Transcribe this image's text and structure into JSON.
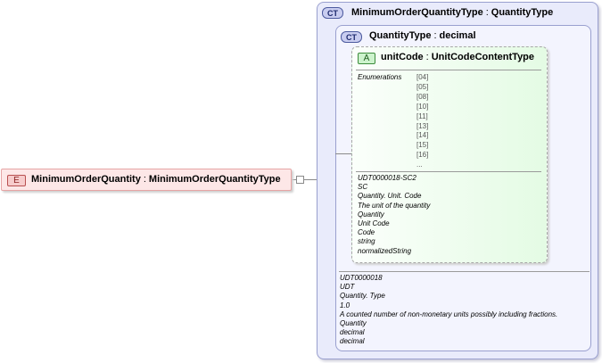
{
  "element": {
    "badge": "E",
    "name": "MinimumOrderQuantity",
    "separator": ":",
    "type": "MinimumOrderQuantityType"
  },
  "outer_type": {
    "badge": "CT",
    "name": "MinimumOrderQuantityType",
    "separator": ":",
    "base": "QuantityType"
  },
  "inner_type": {
    "badge": "CT",
    "name": "QuantityType",
    "separator": ":",
    "base": "decimal",
    "annotations": [
      "UDT0000018",
      "UDT",
      "Quantity. Type",
      "1.0",
      "A counted number of non-monetary units possibly including fractions.",
      "Quantity",
      "decimal",
      "decimal"
    ]
  },
  "attribute": {
    "badge": "A",
    "name": "unitCode",
    "separator": ":",
    "type": "UnitCodeContentType",
    "enumerations_label": "Enumerations",
    "enumerations": [
      "[04]",
      "[05]",
      "[08]",
      "[10]",
      "[11]",
      "[13]",
      "[14]",
      "[15]",
      "[16]",
      "..."
    ],
    "annotations": [
      "UDT0000018-SC2",
      "SC",
      "Quantity. Unit. Code",
      "The unit of the quantity",
      "Quantity",
      "Unit Code",
      "Code",
      "string",
      "normalizedString"
    ]
  },
  "colors": {
    "element_fill": "#fde7e7",
    "complex_type_fill": "#e9ebfb",
    "attribute_fill": "#e4fbe4"
  }
}
